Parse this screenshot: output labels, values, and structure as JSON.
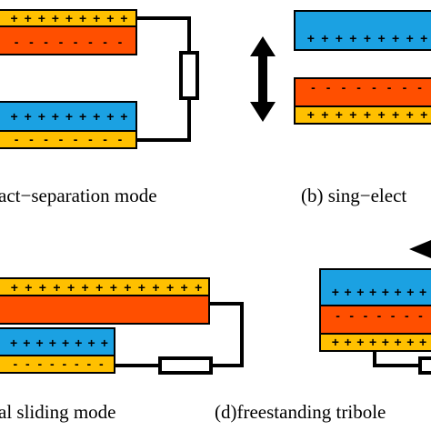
{
  "colors": {
    "orange": "#FF4F00",
    "yellow": "#FFC000",
    "blue": "#1BA1E2",
    "wire": "#000000"
  },
  "captions": {
    "a": "act−separation mode",
    "b": "(b) sing−elect",
    "c": "al sliding mode",
    "d": "(d)freestanding tribole"
  },
  "panels": {
    "a": {
      "top_yellow": [
        "+",
        "+",
        "+",
        "+",
        "+",
        "+",
        "+",
        "+",
        "+"
      ],
      "top_orange": [
        "-",
        "-",
        "-",
        "-",
        "-",
        "-",
        "-",
        "-"
      ],
      "bottom_blue": [
        "+",
        "+",
        "+",
        "+",
        "+",
        "+",
        "+",
        "+",
        "+"
      ],
      "bottom_yellow": [
        "-",
        "-",
        "-",
        "-",
        "-",
        "-",
        "-",
        "-"
      ]
    },
    "b": {
      "blue": [
        "+",
        "+",
        "+",
        "+",
        "+",
        "+",
        "+",
        "+",
        "+"
      ],
      "orange": [
        "-",
        "-",
        "-",
        "-",
        "-",
        "-",
        "-",
        "-"
      ],
      "yellow": [
        "+",
        "+",
        "+",
        "+",
        "+",
        "+",
        "+",
        "+",
        "+"
      ]
    },
    "c": {
      "top_yellow": [
        "+",
        "+",
        "+",
        "+",
        "+",
        "+",
        "+",
        "+",
        "+",
        "+",
        "+",
        "+",
        "+",
        "+"
      ],
      "blue": [
        "+",
        "+",
        "+",
        "+",
        "+",
        "+",
        "+",
        "+"
      ],
      "bottom_yellow": [
        "-",
        "-",
        "-",
        "-",
        "-",
        "-",
        "-",
        "-"
      ]
    },
    "d": {
      "blue": [
        "+",
        "+",
        "+",
        "+",
        "+",
        "+",
        "+",
        "+"
      ],
      "orange": [
        "-",
        "-",
        "-",
        "-",
        "-",
        "-",
        "-"
      ],
      "yellow": [
        "+",
        "+",
        "+",
        "+",
        "+",
        "+",
        "+",
        "+"
      ]
    }
  }
}
